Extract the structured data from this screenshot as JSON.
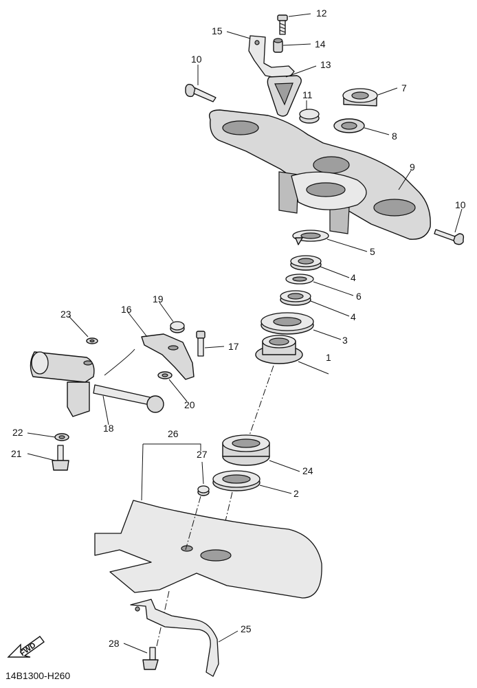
{
  "drawing_ref": "14B1300-H260",
  "fwd_label": "FWD",
  "callouts": [
    {
      "id": "c1",
      "text": "1"
    },
    {
      "id": "c2",
      "text": "2"
    },
    {
      "id": "c3",
      "text": "3"
    },
    {
      "id": "c4a",
      "text": "4"
    },
    {
      "id": "c4b",
      "text": "4"
    },
    {
      "id": "c5",
      "text": "5"
    },
    {
      "id": "c6",
      "text": "6"
    },
    {
      "id": "c7",
      "text": "7"
    },
    {
      "id": "c8",
      "text": "8"
    },
    {
      "id": "c9",
      "text": "9"
    },
    {
      "id": "c10a",
      "text": "10"
    },
    {
      "id": "c10b",
      "text": "10"
    },
    {
      "id": "c11",
      "text": "11"
    },
    {
      "id": "c12",
      "text": "12"
    },
    {
      "id": "c13",
      "text": "13"
    },
    {
      "id": "c14",
      "text": "14"
    },
    {
      "id": "c15",
      "text": "15"
    },
    {
      "id": "c16",
      "text": "16"
    },
    {
      "id": "c17",
      "text": "17"
    },
    {
      "id": "c18",
      "text": "18"
    },
    {
      "id": "c19",
      "text": "19"
    },
    {
      "id": "c20",
      "text": "20"
    },
    {
      "id": "c21",
      "text": "21"
    },
    {
      "id": "c22",
      "text": "22"
    },
    {
      "id": "c23",
      "text": "23"
    },
    {
      "id": "c24",
      "text": "24"
    },
    {
      "id": "c25",
      "text": "25"
    },
    {
      "id": "c26",
      "text": "26"
    },
    {
      "id": "c27",
      "text": "27"
    },
    {
      "id": "c28",
      "text": "28"
    }
  ],
  "colors": {
    "line": "#111111",
    "fill": "#d9d9d9",
    "background": "#ffffff"
  }
}
